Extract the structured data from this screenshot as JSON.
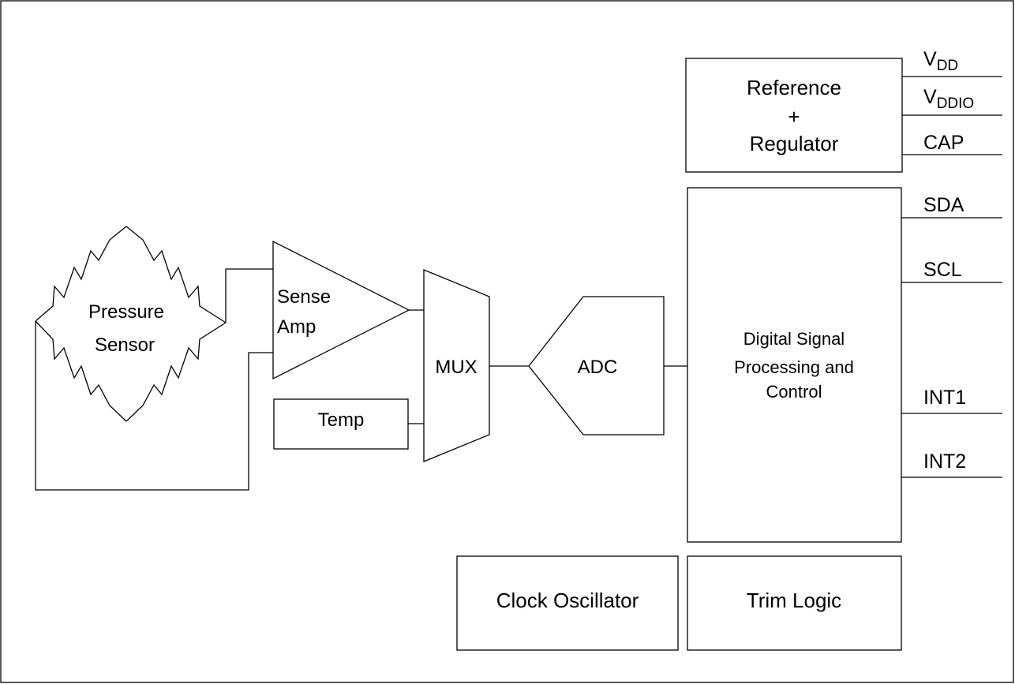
{
  "diagram": {
    "blocks": {
      "pressure_sensor": [
        "Pressure",
        "Sensor"
      ],
      "sense_amp": [
        "Sense",
        "Amp"
      ],
      "temp": "Temp",
      "mux": "MUX",
      "adc": "ADC",
      "reference_regulator": [
        "Reference",
        "+",
        "Regulator"
      ],
      "dsp": [
        "Digital Signal",
        "Processing and",
        "Control"
      ],
      "clock_oscillator": "Clock Oscillator",
      "trim_logic": "Trim Logic"
    },
    "pins": {
      "vdd": {
        "main": "V",
        "sub": "DD"
      },
      "vddio": {
        "main": "V",
        "sub": "DDIO"
      },
      "cap": "CAP",
      "sda": "SDA",
      "scl": "SCL",
      "int1": "INT1",
      "int2": "INT2"
    }
  }
}
